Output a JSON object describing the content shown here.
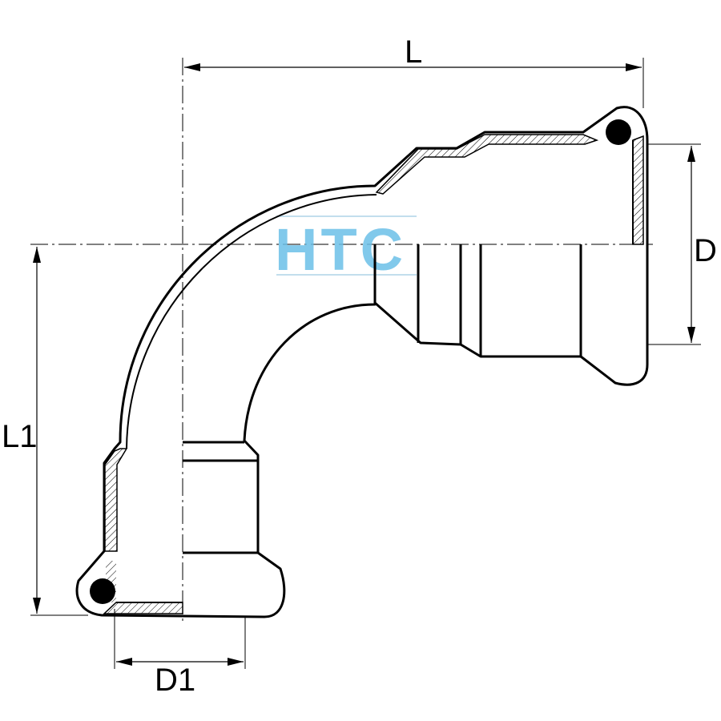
{
  "drawing": {
    "dimensions": {
      "L": "L",
      "L1": "L1",
      "D": "D",
      "D1": "D1"
    }
  },
  "watermark": {
    "text": "HTC",
    "color": "#6cc0e8"
  },
  "colors": {
    "line": "#000000",
    "hatch": "#000000",
    "background": "#ffffff"
  }
}
